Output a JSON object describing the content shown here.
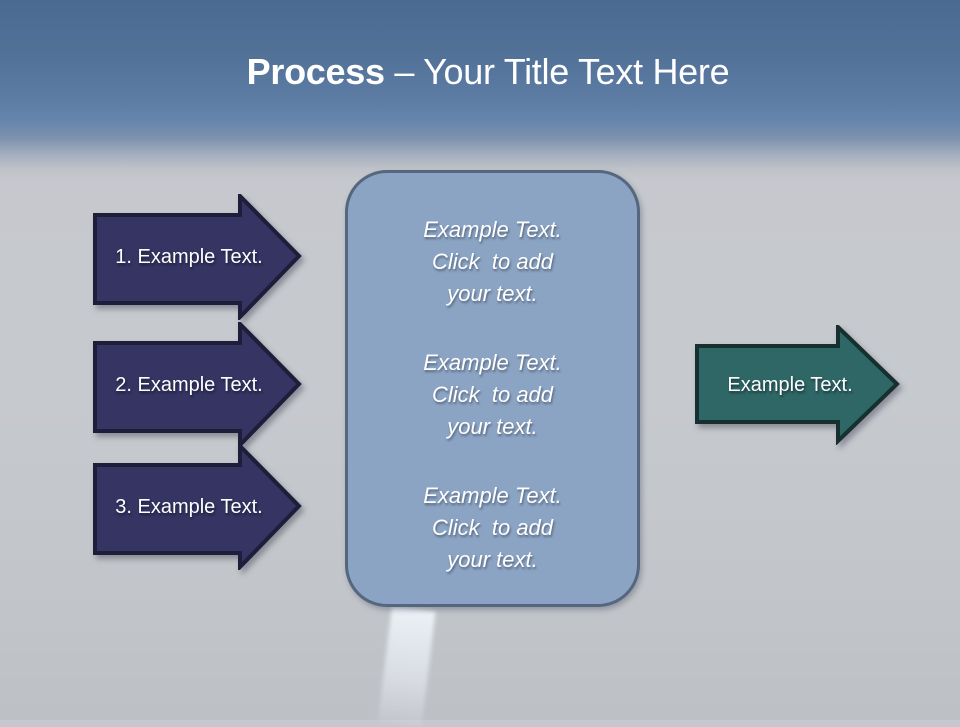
{
  "title": {
    "bold": "Process",
    "rest": " – Your Title Text Here"
  },
  "left_arrows": [
    {
      "label": "1. Example Text."
    },
    {
      "label": "2. Example Text."
    },
    {
      "label": "3. Example Text."
    }
  ],
  "center_panel": {
    "blocks": [
      {
        "lines": [
          "Example Text.",
          "Click  to add",
          "your text."
        ]
      },
      {
        "lines": [
          "Example Text.",
          "Click  to add",
          "your text."
        ]
      },
      {
        "lines": [
          "Example Text.",
          "Click  to add",
          "your text."
        ]
      }
    ]
  },
  "right_arrow": {
    "label": "Example Text."
  },
  "colors": {
    "header_blue_top": "#4b6a93",
    "header_blue_mid": "#6685ac",
    "background_gray": "#c5c8cd",
    "navy_arrow_fill": "#353462",
    "navy_arrow_border": "#1e1d3a",
    "teal_arrow_fill": "#2e6765",
    "teal_arrow_border": "#15302e",
    "panel_fill": "#8ba4c3",
    "panel_border": "#55677f",
    "text_white": "#ffffff"
  }
}
